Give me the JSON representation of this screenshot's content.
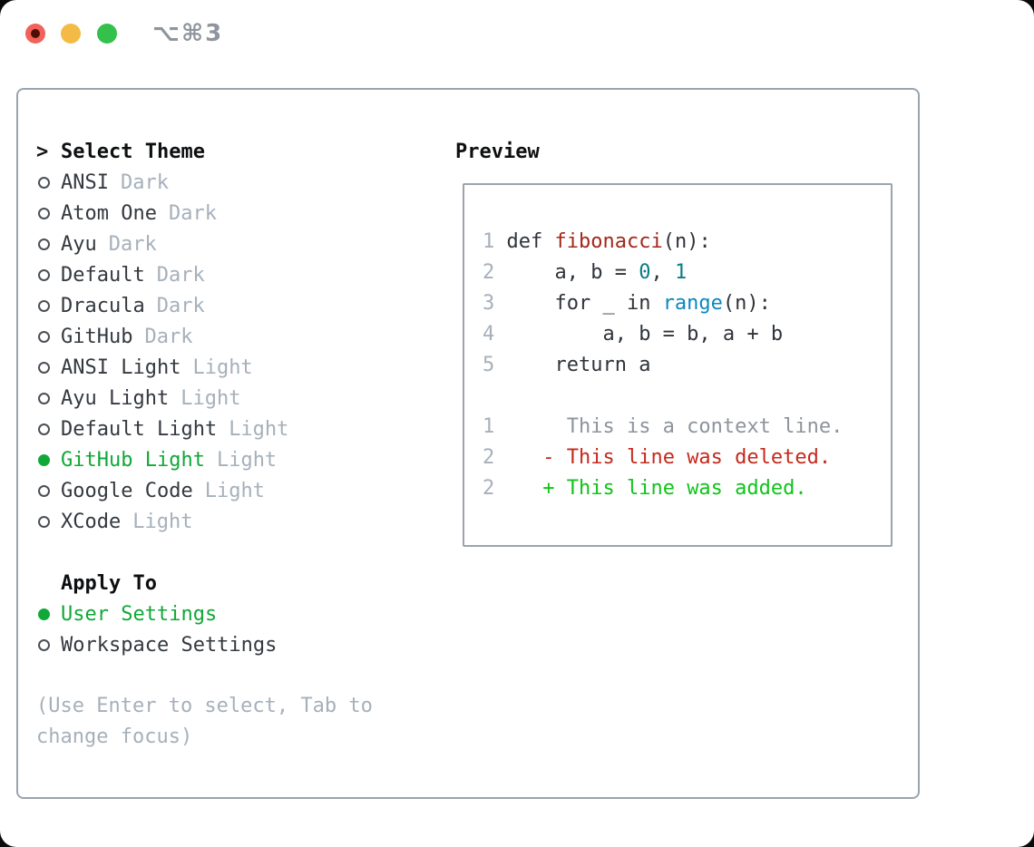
{
  "window": {
    "title": "⌥⌘3",
    "traffic_lights": [
      "close",
      "minimize",
      "zoom"
    ]
  },
  "colors": {
    "traffic_red": "#f0625a",
    "traffic_yellow": "#f3bb45",
    "traffic_green": "#34c04a",
    "border_gray": "#9aa4ae",
    "muted_gray": "#a6b0ba",
    "selected_green": "#10a837",
    "syntax": {
      "ln": "#a6b0ba",
      "code": "#2f343a",
      "fn": "#a3271b",
      "num": "#0b7c83",
      "bi": "#0c87c0",
      "ctx": "#8d949c",
      "del": "#c5291b",
      "add": "#0fc419"
    }
  },
  "left": {
    "header_marker": ">",
    "header_label": "Select Theme",
    "themes": [
      {
        "name": "ANSI",
        "tag": "Dark",
        "selected": false
      },
      {
        "name": "Atom One",
        "tag": "Dark",
        "selected": false
      },
      {
        "name": "Ayu",
        "tag": "Dark",
        "selected": false
      },
      {
        "name": "Default",
        "tag": "Dark",
        "selected": false
      },
      {
        "name": "Dracula",
        "tag": "Dark",
        "selected": false
      },
      {
        "name": "GitHub",
        "tag": "Dark",
        "selected": false
      },
      {
        "name": "ANSI Light",
        "tag": "Light",
        "selected": false
      },
      {
        "name": "Ayu Light",
        "tag": "Light",
        "selected": false
      },
      {
        "name": "Default Light",
        "tag": "Light",
        "selected": false
      },
      {
        "name": "GitHub Light",
        "tag": "Light",
        "selected": true
      },
      {
        "name": "Google Code",
        "tag": "Light",
        "selected": false
      },
      {
        "name": "XCode",
        "tag": "Light",
        "selected": false
      }
    ],
    "apply_header": "Apply To",
    "apply_options": [
      {
        "label": "User Settings",
        "selected": true
      },
      {
        "label": "Workspace Settings",
        "selected": false
      }
    ],
    "hint": "(Use Enter to select, Tab to change focus)"
  },
  "preview": {
    "title": "Preview",
    "lines": [
      [
        [
          "1 ",
          "ln"
        ],
        [
          "def ",
          "code"
        ],
        [
          "fibonacci",
          "fn"
        ],
        [
          "(n):",
          "code"
        ]
      ],
      [
        [
          "2 ",
          "ln"
        ],
        [
          "    a, b = ",
          "code"
        ],
        [
          "0",
          "num"
        ],
        [
          ", ",
          "code"
        ],
        [
          "1",
          "num"
        ]
      ],
      [
        [
          "3 ",
          "ln"
        ],
        [
          "    for _ in ",
          "code"
        ],
        [
          "range",
          "bi"
        ],
        [
          "(n):",
          "code"
        ]
      ],
      [
        [
          "4 ",
          "ln"
        ],
        [
          "        a, b = b, a + b",
          "code"
        ]
      ],
      [
        [
          "5 ",
          "ln"
        ],
        [
          "    return a",
          "code"
        ]
      ],
      [],
      [
        [
          "1 ",
          "ln"
        ],
        [
          "     This is a context line.",
          "ctx"
        ]
      ],
      [
        [
          "2 ",
          "ln"
        ],
        [
          "   ",
          "code"
        ],
        [
          "- This line was deleted.",
          "del"
        ]
      ],
      [
        [
          "2 ",
          "ln"
        ],
        [
          "   ",
          "code"
        ],
        [
          "+ This line was added.",
          "add"
        ]
      ]
    ]
  }
}
